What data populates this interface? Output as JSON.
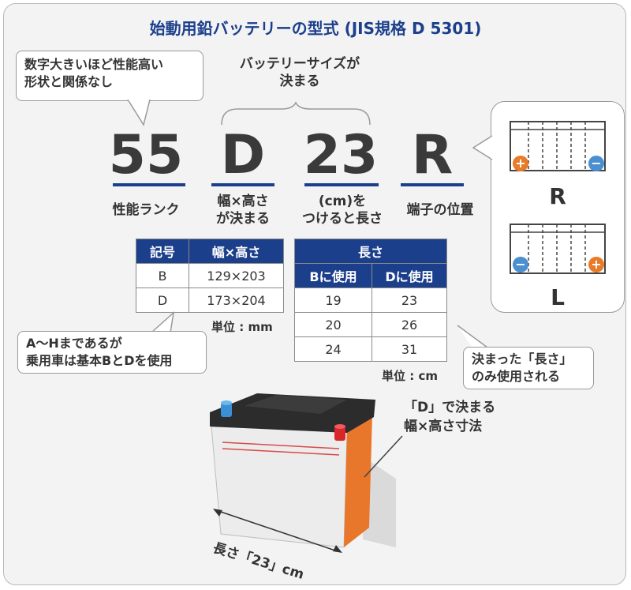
{
  "title": "始動用鉛バッテリーの型式 (JIS規格 D 5301)",
  "bubble_top_left": [
    "数字大きいほど性能高い",
    "形状と関係なし"
  ],
  "bubble_size": [
    "バッテリーサイズが",
    "決まる"
  ],
  "code": {
    "performance": "55",
    "width_height_code": "D",
    "length_cm": "23",
    "terminal": "R"
  },
  "labels": {
    "performance": "性能ランク",
    "width_height": [
      "幅×高さ",
      "が決まる"
    ],
    "length": [
      "(cm)を",
      "つけると長さ"
    ],
    "terminal": "端子の位置"
  },
  "table_size": {
    "headers": [
      "記号",
      "幅×高さ"
    ],
    "rows": [
      [
        "B",
        "129×203"
      ],
      [
        "D",
        "173×204"
      ]
    ],
    "unit": "単位 : mm"
  },
  "table_length": {
    "header": "長さ",
    "subheaders": [
      "Bに使用",
      "Dに使用"
    ],
    "rows": [
      [
        "19",
        "23"
      ],
      [
        "20",
        "26"
      ],
      [
        "24",
        "31"
      ]
    ],
    "unit": "単位 : cm"
  },
  "bubble_ah": [
    "A〜Hまであるが",
    "乗用車は基本BとDを使用"
  ],
  "bubble_length_only": [
    "決まった「長さ」",
    "のみ使用される"
  ],
  "terminal_panel": {
    "label_r": "R",
    "label_l": "L",
    "plus": "+",
    "minus": "−"
  },
  "battery_caption": [
    "「D」で決まる",
    "幅×高さ寸法"
  ],
  "length_caption": "長さ「23」cm",
  "colors": {
    "brand": "#1c3f8c",
    "plus": "#e87b2a",
    "minus": "#4b8fd0",
    "battery_side": "#e8772b"
  }
}
